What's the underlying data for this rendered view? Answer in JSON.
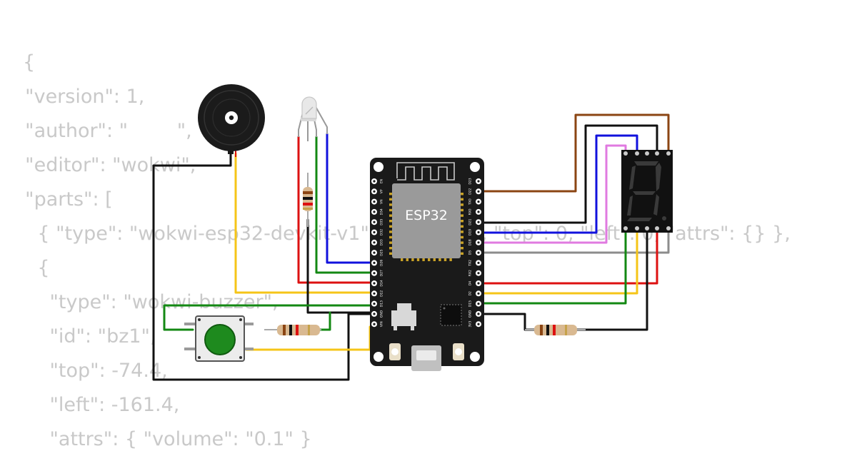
{
  "background_code": {
    "lines": [
      "{",
      "  \"version\": 1,",
      "  \"author\": \"        \",",
      "  \"editor\": \"wokwi\",",
      "  \"parts\": [",
      "    { \"type\": \"wokwi-esp32-devkit-v1\", \"id\": \"esp\", \"top\": 0, \"left\": 0, \"attrs\": {} },",
      "    {",
      "      \"type\": \"wokwi-buzzer\",",
      "      \"id\": \"bz1\",",
      "      \"top\": -74.4,",
      "      \"left\": -161.4,",
      "      \"attrs\": { \"volume\": \"0.1\" }"
    ]
  },
  "board": {
    "chip_label": "ESP32",
    "left_pins": [
      "EN",
      "VP",
      "VN",
      "D34",
      "D35",
      "D32",
      "D33",
      "D25",
      "D26",
      "D27",
      "D14",
      "D12",
      "D13",
      "GND",
      "VIN"
    ],
    "right_pins": [
      "D23",
      "D22",
      "TX0",
      "RX0",
      "D21",
      "D19",
      "D18",
      "D5",
      "TX2",
      "RX2",
      "D4",
      "D2",
      "D15",
      "GND",
      "3V3"
    ]
  },
  "colors": {
    "wire_red": "#dd1111",
    "wire_green": "#138813",
    "wire_blue": "#1111dd",
    "wire_yellow": "#f5c518",
    "wire_black": "#111111",
    "wire_brown": "#8b4513",
    "wire_violet": "#e07ae0",
    "wire_gray": "#8c8c8c",
    "board": "#1a1a1a",
    "button_cap": "#1e8a1e"
  }
}
